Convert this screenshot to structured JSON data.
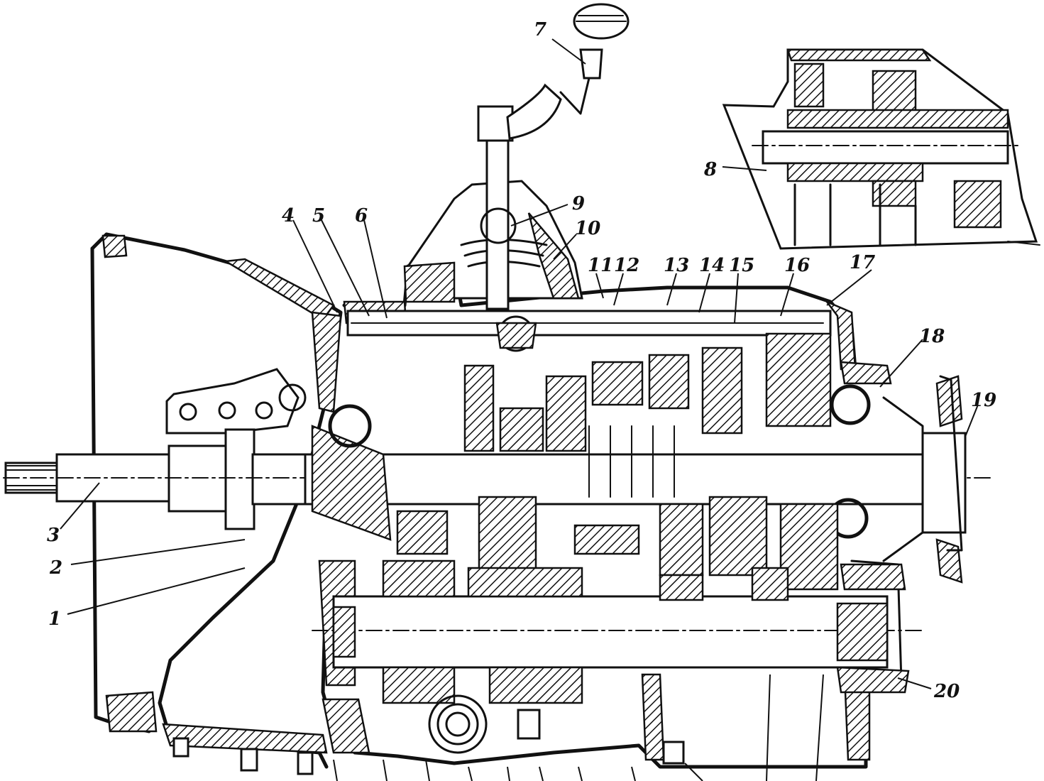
{
  "figure": {
    "callouts": [
      "1",
      "2",
      "3",
      "4",
      "5",
      "6",
      "7",
      "8",
      "9",
      "10",
      "11",
      "12",
      "13",
      "14",
      "15",
      "16",
      "17",
      "18",
      "19",
      "20"
    ]
  },
  "colors": {
    "ink": "#111111",
    "paper": "#ffffff"
  }
}
